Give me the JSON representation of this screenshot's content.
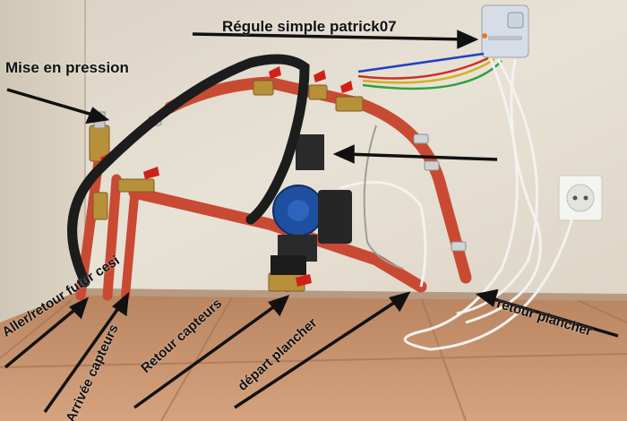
{
  "labels": {
    "mise_en_pression": "Mise en pression",
    "regule": "Régule simple patrick07",
    "aller_retour": "Aller/retour futur cesi",
    "arrivee_capteurs": "Arrivée capteurs",
    "retour_capteurs": "Retour capteurs",
    "depart_plancher": "départ plancher",
    "retour_plancher": "retour plancher"
  },
  "colors": {
    "wall": "#e6dfd2",
    "floor_tile": "#c9926c",
    "pipe_red": "#c94a33",
    "hose_black": "#1c1c1c",
    "pump_blue": "#1f4fa0",
    "brass": "#b8903a",
    "cable_white": "#f2f2ee",
    "arrow": "#111111"
  }
}
